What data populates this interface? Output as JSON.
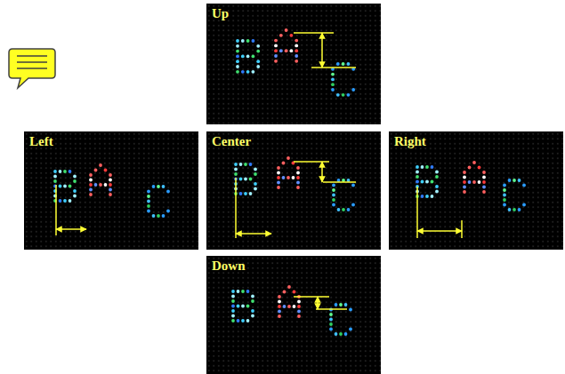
{
  "diagram": {
    "nodes": [
      {
        "text": [
          "Up"
        ]
      },
      {
        "text": [
          "Left"
        ]
      },
      {
        "text": [
          "Center"
        ]
      },
      {
        "text": [
          "Right"
        ]
      },
      {
        "text": [
          "Down"
        ]
      }
    ]
  }
}
